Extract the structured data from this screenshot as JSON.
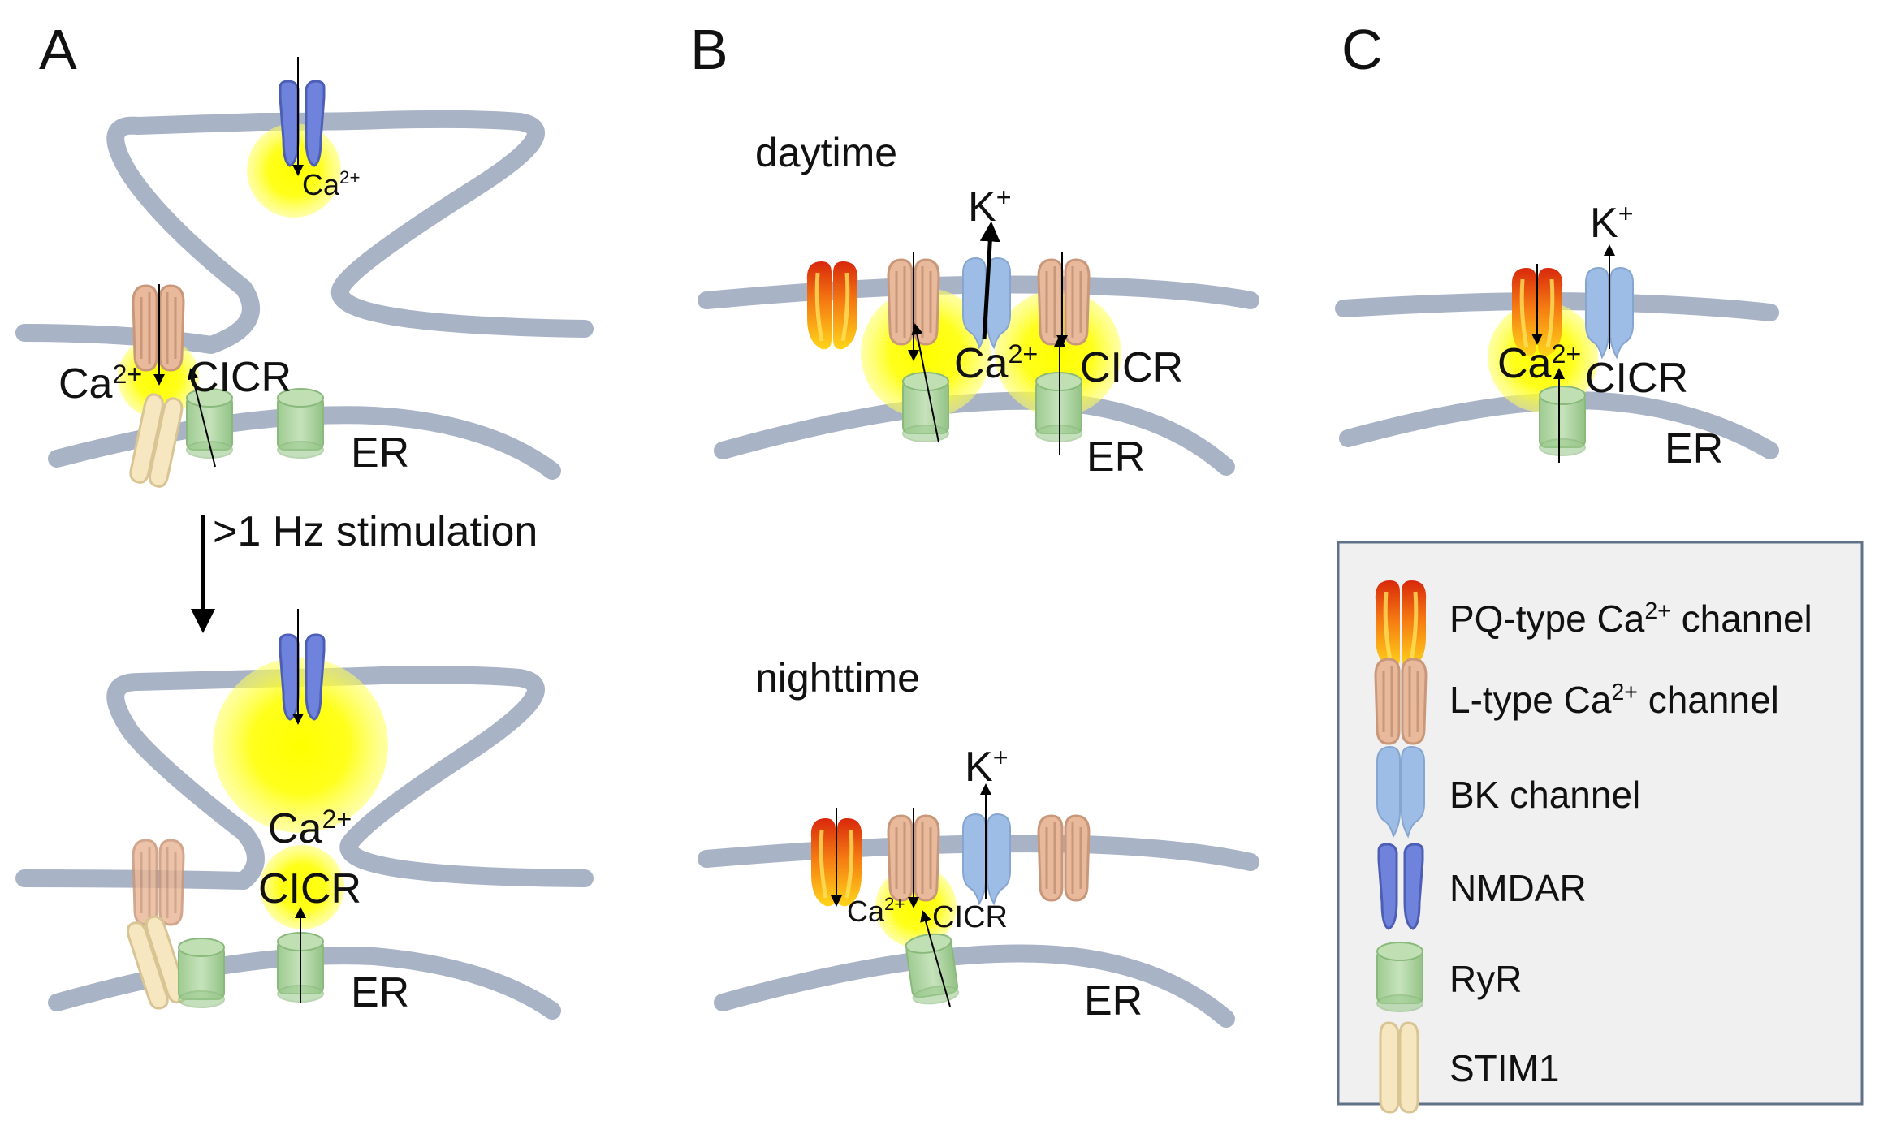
{
  "panels": {
    "a": {
      "letter": "A"
    },
    "b": {
      "letter": "B"
    },
    "c": {
      "letter": "C"
    }
  },
  "labels": {
    "ca_base": "Ca",
    "ca_charge": "2+",
    "k_base": "K",
    "k_charge": "+",
    "cicr": "CICR",
    "er": "ER",
    "stimulation": ">1 Hz stimulation",
    "daytime": "daytime",
    "nighttime": "nighttime"
  },
  "legend": {
    "items": [
      {
        "key": "pq",
        "text_pre": "PQ-type Ca",
        "text_sup": "2+",
        "text_post": " channel",
        "icon": "pq-type-channel-icon"
      },
      {
        "key": "l",
        "text_pre": "L-type Ca",
        "text_sup": "2+",
        "text_post": " channel",
        "icon": "l-type-channel-icon"
      },
      {
        "key": "bk",
        "text_pre": "BK channel",
        "text_sup": "",
        "text_post": "",
        "icon": "bk-channel-icon"
      },
      {
        "key": "nmdar",
        "text_pre": "NMDAR",
        "text_sup": "",
        "text_post": "",
        "icon": "nmdar-icon"
      },
      {
        "key": "ryr",
        "text_pre": "RyR",
        "text_sup": "",
        "text_post": "",
        "icon": "ryr-icon"
      },
      {
        "key": "stim1",
        "text_pre": "STIM1",
        "text_sup": "",
        "text_post": "",
        "icon": "stim1-icon"
      }
    ]
  },
  "colors": {
    "membrane": "#a9b3c6",
    "calcium_glow": "#ffff00",
    "nmdar": "#6f82dc",
    "l_type": "#e9b99b",
    "bk": "#9dbde6",
    "ryr": "#a9d39b",
    "stim1": "#f6e7c0",
    "pq_outer": "#e33a12",
    "pq_inner": "#ffd11a",
    "legend_bg": "#f0f0f0",
    "legend_border": "#5f7287"
  }
}
